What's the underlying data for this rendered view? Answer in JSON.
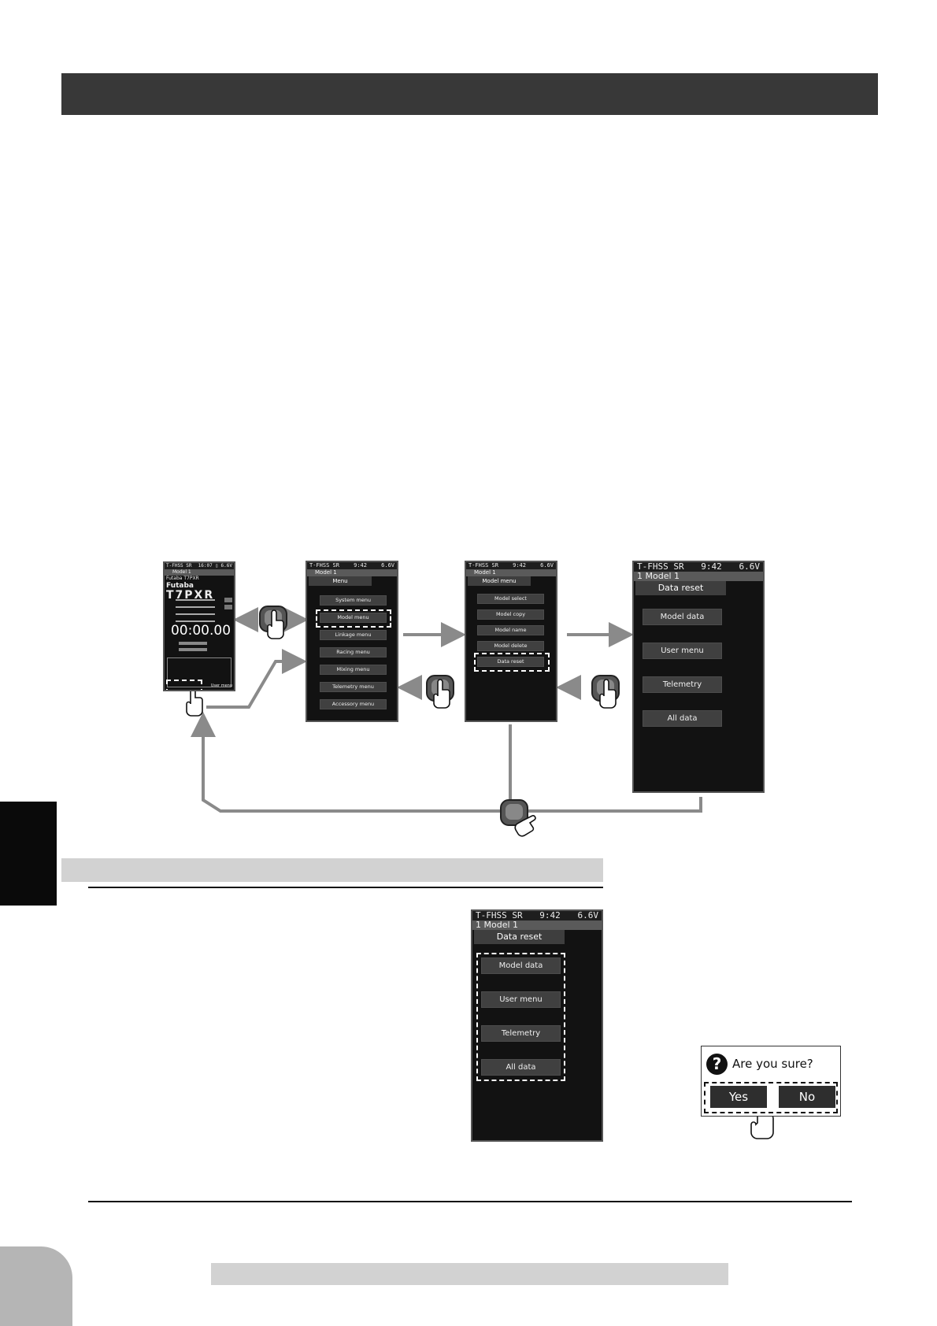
{
  "screen_home": {
    "status_left": "T-FHSS SR",
    "status_right": "16:07 ▯ 6.6V",
    "model_line": "Model 1",
    "small_label": "Futaba T7PXR",
    "brand": "Futaba",
    "model_name": "T7PXR",
    "timer": "00:00.00",
    "user_menu": "User menu"
  },
  "screen_menu": {
    "status_left": "T-FHSS SR",
    "status_time": "9:42",
    "status_volt": "6.6V",
    "model_line": "Model 1",
    "tab": "Menu",
    "items": [
      "System menu",
      "Model menu",
      "Linkage menu",
      "Racing menu",
      "Mixing menu",
      "Telemetry menu",
      "Accessory menu"
    ]
  },
  "screen_model_menu": {
    "status_left": "T-FHSS SR",
    "status_time": "9:42",
    "status_volt": "6.6V",
    "model_line": "Model 1",
    "tab": "Model menu",
    "items": [
      "Model select",
      "Model copy",
      "Model name",
      "Model delete",
      "Data reset"
    ]
  },
  "screen_data_reset": {
    "status_left": "T-FHSS SR",
    "status_time": "9:42",
    "status_volt": "6.6V",
    "model_line": "1    Model 1",
    "tab": "Data reset",
    "items": [
      "Model data",
      "User menu",
      "Telemetry",
      "All data"
    ]
  },
  "dialog": {
    "question": "Are you sure?",
    "yes": "Yes",
    "no": "No",
    "icon": "question-icon"
  },
  "colors": {
    "title_bar": "#383838",
    "screen_bg": "#121212",
    "button_bg": "#404040",
    "arrow": "#8a8a8a"
  }
}
